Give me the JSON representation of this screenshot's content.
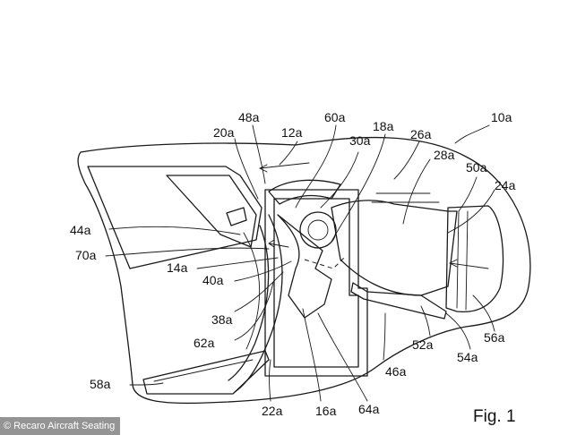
{
  "figure": {
    "caption": "Fig. 1",
    "credit": "© Recaro Aircraft Seating",
    "labels": {
      "l10a": "10a",
      "l12a": "12a",
      "l14a": "14a",
      "l16a": "16a",
      "l18a": "18a",
      "l20a": "20a",
      "l22a": "22a",
      "l24a": "24a",
      "l26a": "26a",
      "l28a": "28a",
      "l30a": "30a",
      "l38a": "38a",
      "l40a": "40a",
      "l44a": "44a",
      "l46a": "46a",
      "l48a": "48a",
      "l50a": "50a",
      "l52a": "52a",
      "l54a": "54a",
      "l56a": "56a",
      "l58a": "58a",
      "l60a": "60a",
      "l62a": "62a",
      "l64a": "64a",
      "l70a": "70a"
    }
  }
}
